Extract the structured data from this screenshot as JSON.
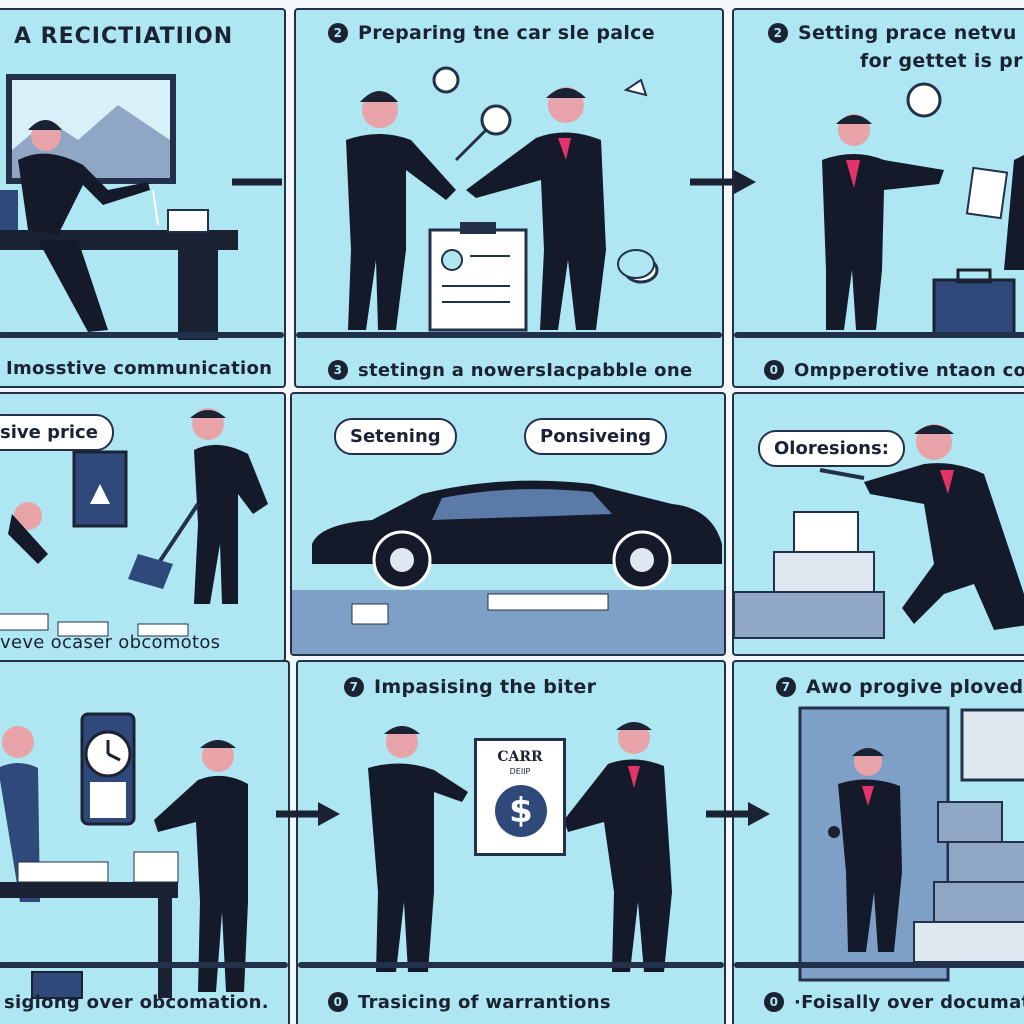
{
  "panels": [
    {
      "number": "",
      "title": "A RECICTIATIION",
      "caption": "Imosstive communication"
    },
    {
      "number": "2",
      "title": "Preparing tne car sle palce",
      "caption": "stetingn a nowersIacpabble one",
      "caption_number": "3"
    },
    {
      "number": "2",
      "title": "Setting prace netvu",
      "title2": "for gettet is pri",
      "caption": "Ompperotive ntaon comm",
      "caption_number": "0"
    },
    {
      "title": "sive price",
      "caption": "veve ocaser obcomotos"
    },
    {
      "bubble_left": "Setening",
      "bubble_right": "Ponsiveing"
    },
    {
      "bubble": "Oloresions:"
    },
    {
      "caption": "sigiong over obcomation."
    },
    {
      "number": "7",
      "title": "Impasising the biter",
      "caption": "Trasicing of warrantions",
      "caption_number": "0",
      "sign_text": "CARR",
      "sign_sub": "DEIIP",
      "sign_symbol": "$"
    },
    {
      "number": "7",
      "title": "Awo progive plovedle",
      "caption": "·Foisally over documat",
      "caption_number": "0"
    }
  ],
  "colors": {
    "panel": "#aee6f2",
    "ink": "#1b2233",
    "accent": "#e2336b",
    "car": "#141a2a"
  },
  "icons": [
    "handshake-icon",
    "dollar-icon",
    "clock-icon",
    "briefcase-icon",
    "broom-icon",
    "car-icon",
    "arrow-right-icon"
  ]
}
